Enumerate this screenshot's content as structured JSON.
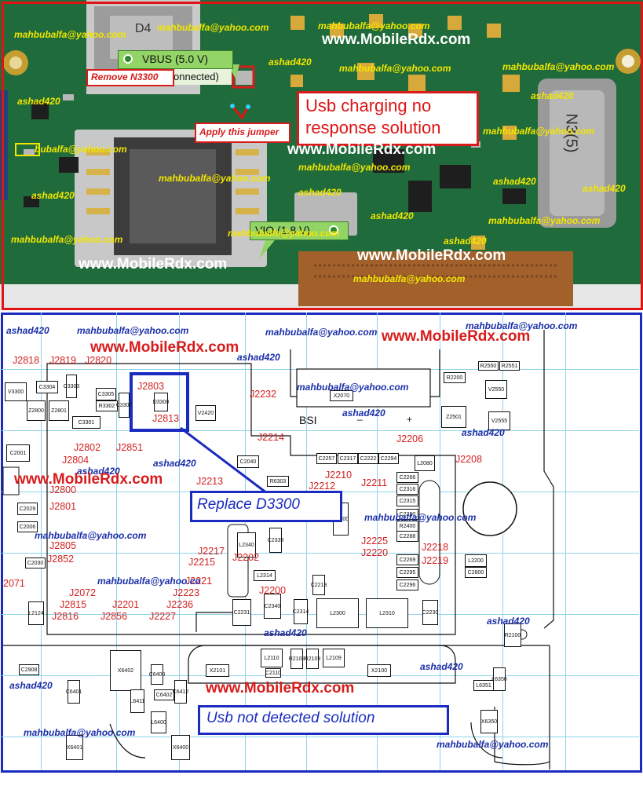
{
  "top_panel": {
    "title_line1": "Usb charging no",
    "title_line2": "response solution",
    "callout_vbus": "VBUS (5.0 V)",
    "callout_vbus_sub": "onnected)",
    "callout_remove": "Remove N3300",
    "callout_jumper": "Apply this jumper",
    "callout_vio": "VIO (1.8 V)",
    "chip_label": "N3(5)",
    "connector_label": "D4"
  },
  "bottom_panel": {
    "title": "Usb not detected solution",
    "callout_replace": "Replace D3300",
    "bsi_label": "BSI",
    "refs": {
      "j2818": "J2818",
      "j2819": "J2819",
      "j2820": "J2820",
      "j2803": "J2803",
      "j2813": "J2813",
      "j2232": "J2232",
      "j2214": "J2214",
      "j2206": "J2206",
      "j2208": "J2208",
      "j2802": "J2802",
      "j2851": "J2851",
      "j2804": "J2804",
      "j2213": "J2213",
      "j2210": "J2210",
      "j2212": "J2212",
      "j2211": "J2211",
      "j2800": "J2800",
      "j2801": "J2801",
      "j2225": "J2225",
      "j2220": "J2220",
      "j2218": "J2218",
      "j2219": "J2219",
      "j2805": "J2805",
      "j2852": "J2852",
      "j2217": "J2217",
      "j2202": "J2202",
      "j2215": "J2215",
      "j2071": "2071",
      "j2221": "J2221",
      "j2223": "J2223",
      "j2200": "J2200",
      "j2072": "J2072",
      "j2815": "J2815",
      "j2201": "J2201",
      "j2236": "J2236",
      "j2816": "J2816",
      "j2856": "J2856",
      "j2227": "J2227"
    },
    "components": {
      "v3300": "V3300",
      "c3304": "C3304",
      "z2800": "Z2800",
      "z2801": "Z2801",
      "c3303": "C3303",
      "c3301": "C3301",
      "c3305": "C3305",
      "r3302": "R3302",
      "c3307": "C3307",
      "d3300": "D3300",
      "v2420": "V2420",
      "r2550": "R2550",
      "r2551": "R2551",
      "r2200": "R2200",
      "v2550": "V2550",
      "z2501": "Z2501",
      "v2555": "V2555",
      "c2001": "C2001",
      "c2040": "C2040",
      "r6303": "R6303",
      "c2257": "C2257",
      "c2317": "C2317",
      "c2222": "C2222",
      "c2294": "C2294",
      "l2080": "L2080",
      "c2266": "C2266",
      "c2316": "C2316",
      "c2315": "C2315",
      "c2250": "C2250",
      "r2400": "R2400",
      "c2288": "C2288",
      "c2029": "C2029",
      "c2006": "C2006",
      "c2030": "C2030",
      "l2340": "L2340",
      "c2339": "C2339",
      "l2314": "L2314",
      "l2300": "L2300",
      "l2310": "L2310",
      "l2200": "L2200",
      "c2800": "C2800",
      "c2295": "C2295",
      "c2296": "C2296",
      "c2269": "C2269",
      "c2231": "C2231",
      "c2340": "C2340",
      "c2314": "C2314",
      "c2230": "C2230",
      "l2124": "L2124",
      "r2100": "R2100",
      "l2110": "L2110",
      "l2109": "L2109",
      "x2101": "X2101",
      "x2100": "X2100",
      "c2908": "C2908",
      "x6402": "X6402",
      "l6350": "L6350",
      "l6351": "L6351",
      "x6350": "X6350",
      "c6402": "C6402",
      "x6400": "X6400",
      "x6401": "X6401",
      "l6400": "L6400",
      "x2070": "X2070",
      "v2000": "V2000",
      "c6400": "C6400",
      "c6412": "C6412",
      "l6411": "L6411",
      "c6401": "C6401",
      "c2213": "C2213",
      "r2108": "R2108",
      "r2109": "R2109",
      "c2110": "C2110"
    }
  },
  "watermarks": {
    "email": "mahbubalfa@yahoo.com",
    "site": "www.MobileRdx.com",
    "user": "ashad420",
    "email_partial": "bubalfa@yahoo.com",
    "email_partial2": "mahbubalfa@yahoo.co",
    "email_partial3": "hbubalfa@yahoo.com"
  },
  "colors": {
    "pcb_green": "#1f6b3b",
    "watermark_yellow": "#f2e600",
    "top_border_red": "#e01414",
    "bottom_border_blue": "#1a2bc0",
    "grid_cyan": "#8fd4ea",
    "ref_red": "#d42020",
    "callout_green": "#93d466"
  }
}
